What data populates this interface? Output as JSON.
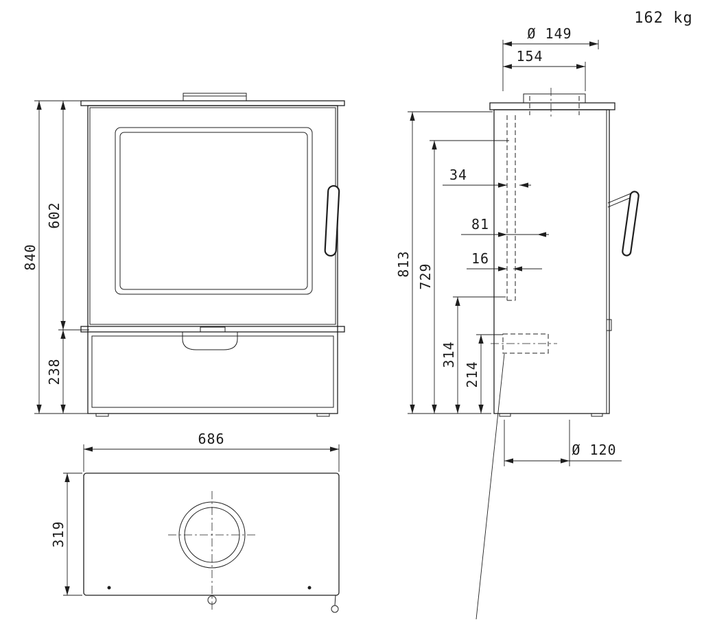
{
  "drawing": {
    "weight": "162 kg",
    "front_view": {
      "dims": {
        "overall_height": "840",
        "body_height": "602",
        "base_height": "238"
      }
    },
    "side_view": {
      "dims": {
        "flue_diameter": "Ø 149",
        "flue_collar_width": "154",
        "flue_offset": "34",
        "rear_offset": "81",
        "pipe_offset": "16",
        "total_height": "813",
        "flue_rear_height": "729",
        "outlet_center_height": "314",
        "outlet_height": "214",
        "rear_outlet_diameter": "Ø 120"
      }
    },
    "top_view": {
      "dims": {
        "width": "686",
        "depth": "319"
      }
    }
  }
}
